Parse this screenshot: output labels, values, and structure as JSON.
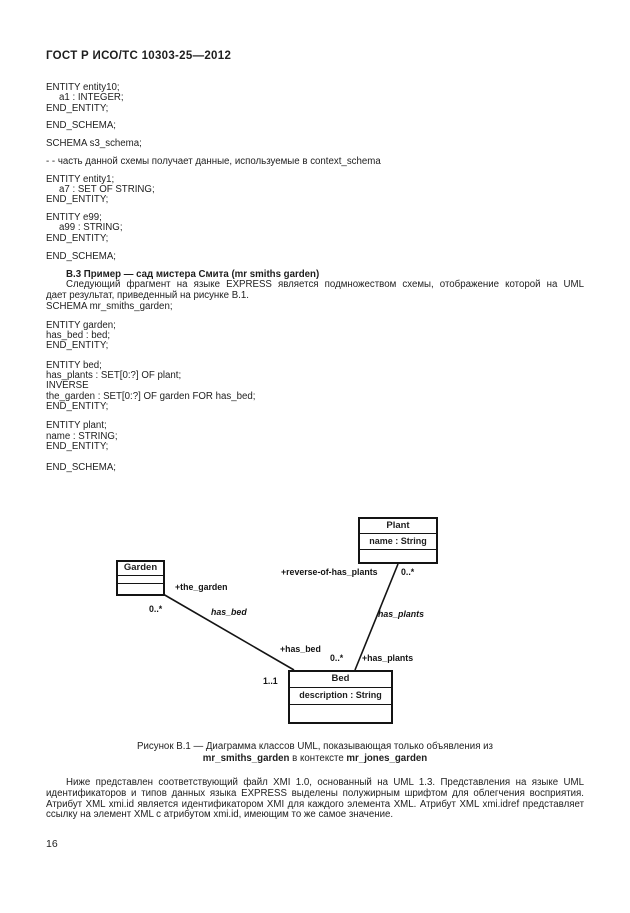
{
  "header": {
    "title": "ГОСТ Р ИСО/ТС 10303-25—2012"
  },
  "code": {
    "entity10": [
      "ENTITY entity10;",
      "a1 : INTEGER;",
      "END_ENTITY;"
    ],
    "end_schema_s2": "END_SCHEMA;",
    "schema_s3": "SCHEMA s3_schema;",
    "comment": "- - часть данной схемы получает данные, используемые в context_schema",
    "entity1": [
      "ENTITY entity1;",
      "a7 : SET OF STRING;",
      "END_ENTITY;"
    ],
    "e99": [
      "ENTITY e99;",
      "a99 : STRING;",
      "END_ENTITY;"
    ],
    "end_schema_s3": "END_SCHEMA;"
  },
  "section_b3": {
    "heading": "В.3 Пример — сад мистера Смита (mr smiths garden)",
    "intro_line1": "Следующий фрагмент на языке EXPRESS является подмножеством схемы, отображение которой на UML",
    "intro_line2": "дает результат, приведенный на рисунке В.1.",
    "schema_line": "SCHEMA mr_smiths_garden;",
    "garden": [
      "ENTITY garden;",
      "has_bed : bed;",
      "END_ENTITY;"
    ],
    "bed": [
      "ENTITY bed;",
      "has_plants : SET[0:?] OF plant;",
      "INVERSE",
      "the_garden : SET[0:?] OF garden FOR has_bed;",
      "END_ENTITY;"
    ],
    "plant": [
      "ENTITY plant;",
      "name : STRING;",
      "END_ENTITY;"
    ],
    "end_schema": "END_SCHEMA;"
  },
  "diagram": {
    "classes": {
      "plant": {
        "name": "Plant",
        "attribute": "name : String"
      },
      "garden": {
        "name": "Garden"
      },
      "bed": {
        "name": "Bed",
        "attribute": "description : String"
      }
    },
    "labels": {
      "the_garden_role": "+the_garden",
      "garden_mult": "0..*",
      "has_bed_name": "has_bed",
      "has_bed_role": "+has_bed",
      "bed_mult": "1..1",
      "reverse_of_has_plants_role": "+reverse-of-has_plants",
      "plant_mult": "0..*",
      "has_plants_name": "has_plants",
      "bed_top_mult": "0..*",
      "has_plants_role": "+has_plants"
    },
    "line_color": "#141414"
  },
  "caption": {
    "line1": "Рисунок В.1 — Диаграмма классов UML, показывающая только объявления из",
    "line2_bold1": "mr_smiths_garden",
    "line2_plain": " в контексте ",
    "line2_bold2": "mr_jones_garden"
  },
  "closing_paragraph": {
    "lines": [
      "Ниже представлен соответствующий файл XMI 1.0, основанный на  UML 1.3. Представления на языке UML",
      "идентификаторов и типов данных языка EXPRESS выделены полужирным шрифтом для облегчения восприятия.",
      "Атрибут XML xmi.id является идентификатором XMI для каждого элемента XML. Атрибут XML xmi.idref  представляет",
      "ссылку на элемент XML с атрибутом xmi.id, имеющим то же самое значение."
    ]
  },
  "footer": {
    "page_number": "16"
  }
}
